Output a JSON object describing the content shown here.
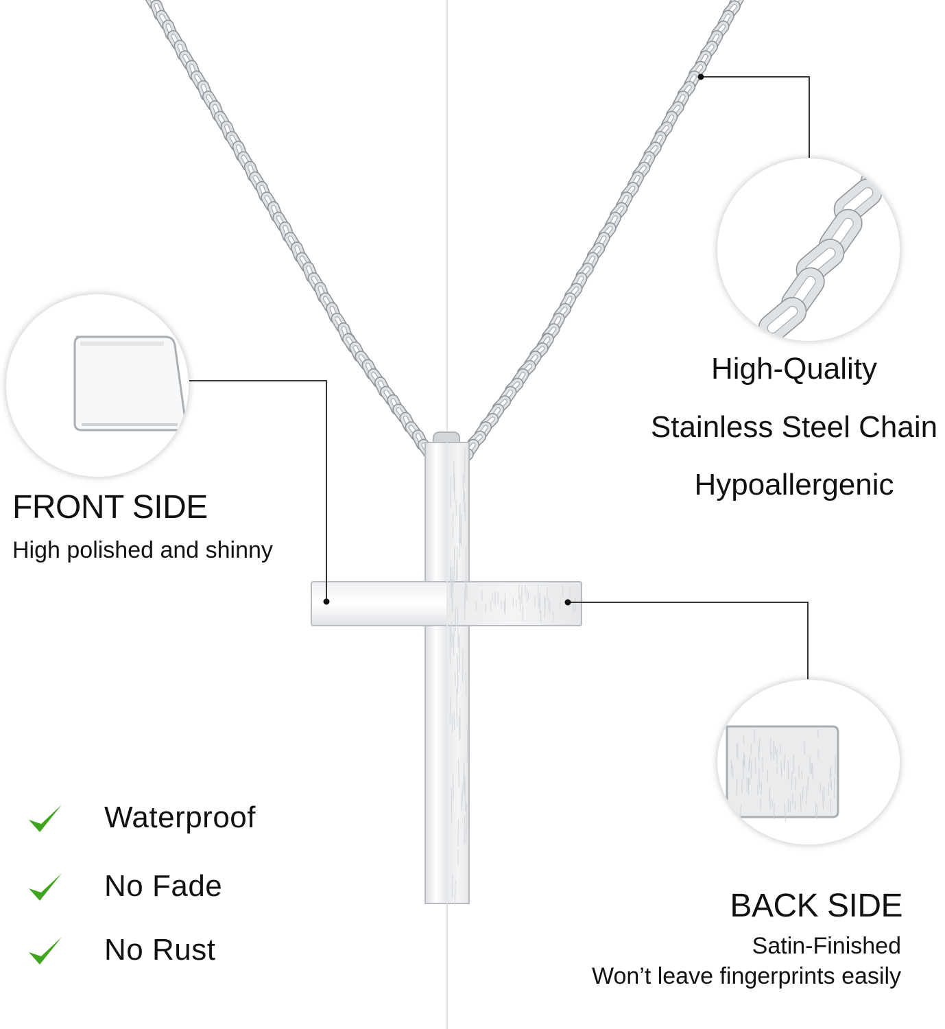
{
  "front": {
    "title": "FRONT SIDE",
    "subtitle": "High polished and shinny"
  },
  "chain": {
    "line1": "High-Quality",
    "line2": "Stainless Steel Chain",
    "line3": "Hypoallergenic"
  },
  "back": {
    "title": "BACK SIDE",
    "line1": "Satin-Finished",
    "line2": "Won’t leave fingerprints easily"
  },
  "features": [
    {
      "label": "Waterproof",
      "icon": "check-icon"
    },
    {
      "label": "No Fade",
      "icon": "check-icon"
    },
    {
      "label": "No Rust",
      "icon": "check-icon"
    }
  ],
  "colors": {
    "check": "#3fa51e",
    "metal": "#cfd3d6",
    "background": "#ffffff"
  }
}
